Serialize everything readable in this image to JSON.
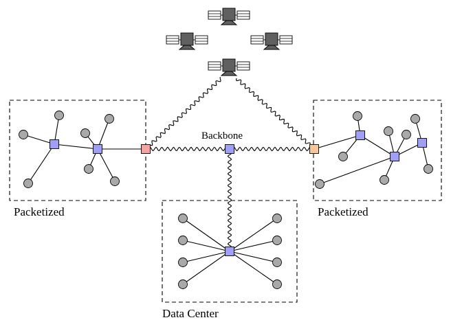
{
  "labels": {
    "backbone": "Backbone",
    "packetized_left": "Packetized",
    "packetized_right": "Packetized",
    "data_center": "Data Center"
  },
  "colors": {
    "switch": "#9f9ff5",
    "gateway_left": "#f5a3a3",
    "gateway_right": "#f8c89a",
    "leaf": "#a9a9a9",
    "satellite_body": "#606060"
  },
  "icons": {
    "satellite": "satellite-icon"
  }
}
